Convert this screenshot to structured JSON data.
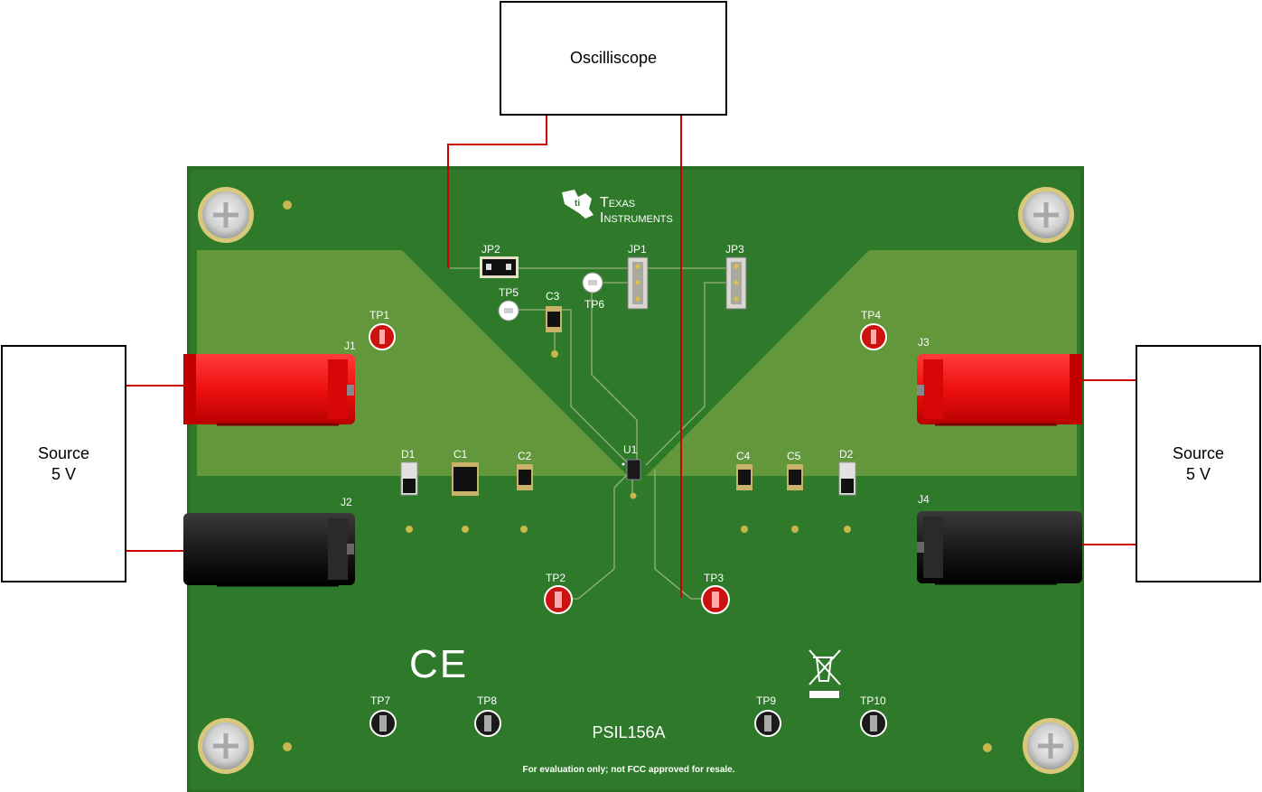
{
  "oscilloscope": {
    "label": "Oscilliscope"
  },
  "source_left": {
    "line1": "Source",
    "line2": "5 V"
  },
  "source_right": {
    "line1": "Source",
    "line2": "5 V"
  },
  "board": {
    "logo_line1": "Texas",
    "logo_line2": "Instruments",
    "part_number": "PSIL156A",
    "disclaimer": "For evaluation only; not FCC approved for resale.",
    "ce_mark": "CE",
    "colors": {
      "pcb": "#2f7a2a",
      "copper": "#5f9a3a",
      "connector_red": "#ee1111",
      "connector_black": "#1a1a1a",
      "wire": "#cc0000"
    }
  },
  "refdes": {
    "jp2": "JP2",
    "jp1": "JP1",
    "jp3": "JP3",
    "tp5": "TP5",
    "tp6": "TP6",
    "c3": "C3",
    "tp1": "TP1",
    "tp4": "TP4",
    "j1": "J1",
    "j3": "J3",
    "d1": "D1",
    "c1": "C1",
    "c2": "C2",
    "u1": "U1",
    "c4": "C4",
    "c5": "C5",
    "d2": "D2",
    "j2": "J2",
    "j4": "J4",
    "tp2": "TP2",
    "tp3": "TP3",
    "tp7": "TP7",
    "tp8": "TP8",
    "tp9": "TP9",
    "tp10": "TP10"
  }
}
